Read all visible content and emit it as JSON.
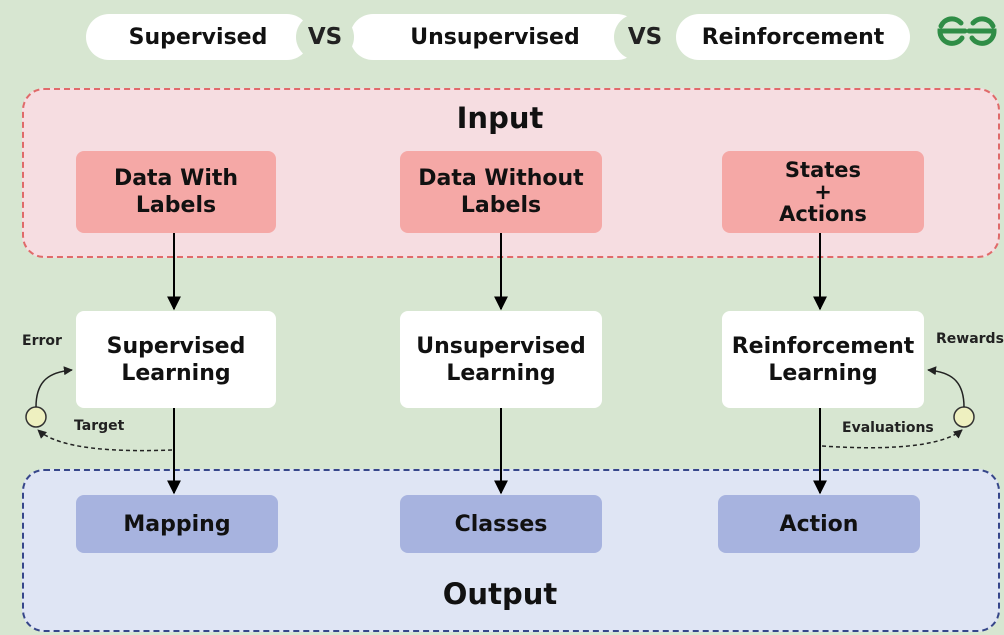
{
  "header": {
    "pill_1": "Supervised",
    "vs_1": "VS",
    "pill_2": "Unsupervised",
    "vs_2": "VS",
    "pill_3": "Reinforcement",
    "brand_color": "#2f8d46"
  },
  "input": {
    "title": "Input",
    "boxes": [
      {
        "line1": "Data With",
        "line2": "Labels"
      },
      {
        "line1": "Data Without",
        "line2": "Labels"
      },
      {
        "line1": "States",
        "line2": "+",
        "line3": "Actions"
      }
    ]
  },
  "learning": {
    "boxes": [
      {
        "line1": "Supervised",
        "line2": "Learning"
      },
      {
        "line1": "Unsupervised",
        "line2": "Learning"
      },
      {
        "line1": "Reinforcement",
        "line2": "Learning"
      }
    ]
  },
  "feedback": {
    "error": "Error",
    "target": "Target",
    "rewards": "Rewards",
    "evaluations": "Evaluations"
  },
  "output": {
    "title": "Output",
    "boxes": [
      "Mapping",
      "Classes",
      "Action"
    ]
  }
}
